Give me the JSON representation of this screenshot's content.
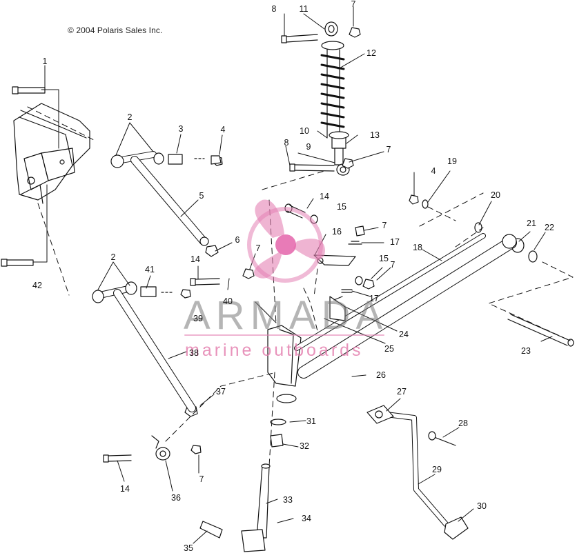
{
  "copyright": "© 2004 Polaris Sales Inc.",
  "watermark": {
    "name": "ARMADA",
    "tagline": "marine outboards"
  },
  "callouts": [
    {
      "id": "c1",
      "text": "1"
    },
    {
      "id": "c2a",
      "text": "2"
    },
    {
      "id": "c3",
      "text": "3"
    },
    {
      "id": "c4a",
      "text": "4"
    },
    {
      "id": "c5",
      "text": "5"
    },
    {
      "id": "c6",
      "text": "6"
    },
    {
      "id": "c7a",
      "text": "7"
    },
    {
      "id": "c8a",
      "text": "8"
    },
    {
      "id": "c11",
      "text": "11"
    },
    {
      "id": "c7b",
      "text": "7"
    },
    {
      "id": "c12",
      "text": "12"
    },
    {
      "id": "c10",
      "text": "10"
    },
    {
      "id": "c13",
      "text": "13"
    },
    {
      "id": "c8b",
      "text": "8"
    },
    {
      "id": "c9",
      "text": "9"
    },
    {
      "id": "c7c",
      "text": "7"
    },
    {
      "id": "c4b",
      "text": "4"
    },
    {
      "id": "c19",
      "text": "19"
    },
    {
      "id": "c20",
      "text": "20"
    },
    {
      "id": "c14a",
      "text": "14"
    },
    {
      "id": "c15a",
      "text": "15"
    },
    {
      "id": "c16",
      "text": "16"
    },
    {
      "id": "c7d",
      "text": "7"
    },
    {
      "id": "c17a",
      "text": "17"
    },
    {
      "id": "c18",
      "text": "18"
    },
    {
      "id": "c21",
      "text": "21"
    },
    {
      "id": "c22",
      "text": "22"
    },
    {
      "id": "c15b",
      "text": "15"
    },
    {
      "id": "c7e",
      "text": "7"
    },
    {
      "id": "c17b",
      "text": "17"
    },
    {
      "id": "c2b",
      "text": "2"
    },
    {
      "id": "c41",
      "text": "41"
    },
    {
      "id": "c14b",
      "text": "14"
    },
    {
      "id": "c40",
      "text": "40"
    },
    {
      "id": "c39",
      "text": "39"
    },
    {
      "id": "c24",
      "text": "24"
    },
    {
      "id": "c25",
      "text": "25"
    },
    {
      "id": "c42",
      "text": "42"
    },
    {
      "id": "c23",
      "text": "23"
    },
    {
      "id": "c38",
      "text": "38"
    },
    {
      "id": "c26",
      "text": "26"
    },
    {
      "id": "c37",
      "text": "37"
    },
    {
      "id": "c27",
      "text": "27"
    },
    {
      "id": "c31",
      "text": "31"
    },
    {
      "id": "c28",
      "text": "28"
    },
    {
      "id": "c32",
      "text": "32"
    },
    {
      "id": "c14c",
      "text": "14"
    },
    {
      "id": "c7f",
      "text": "7"
    },
    {
      "id": "c36",
      "text": "36"
    },
    {
      "id": "c29",
      "text": "29"
    },
    {
      "id": "c33",
      "text": "33"
    },
    {
      "id": "c30",
      "text": "30"
    },
    {
      "id": "c34",
      "text": "34"
    },
    {
      "id": "c35",
      "text": "35"
    }
  ]
}
